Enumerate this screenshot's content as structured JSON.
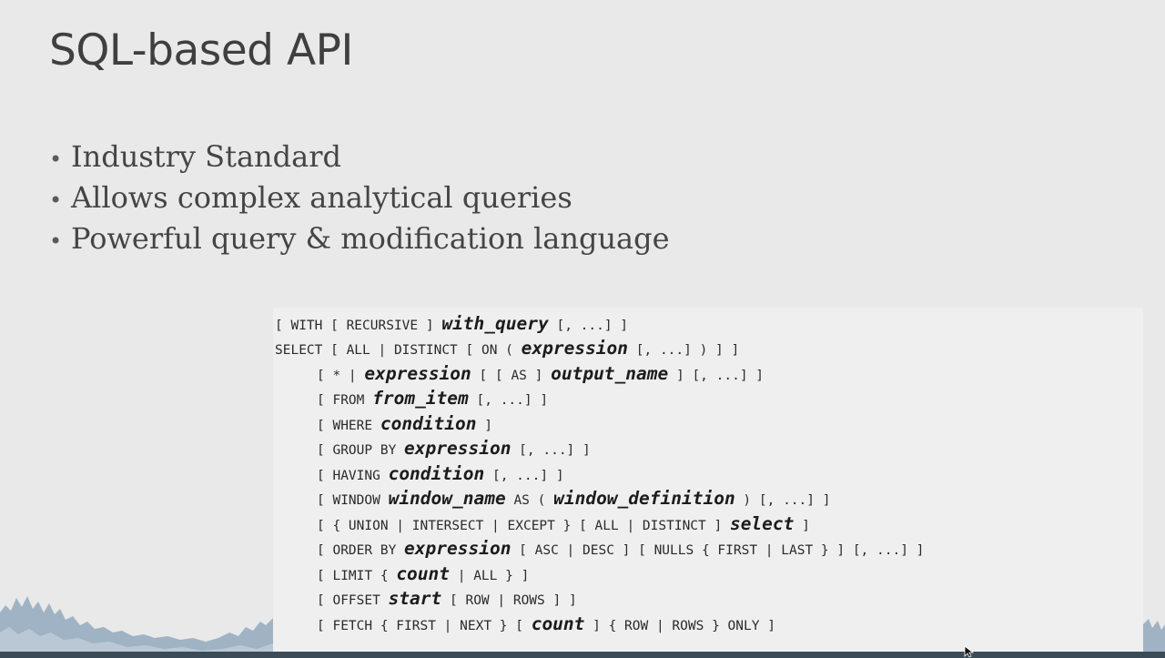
{
  "slide": {
    "title": "SQL-based API",
    "bullets": [
      "Industry Standard",
      "Allows complex analytical queries",
      "Powerful query & modification language"
    ]
  },
  "code": {
    "lines": [
      [
        {
          "t": "k",
          "s": "[ WITH [ RECURSIVE ] "
        },
        {
          "t": "i",
          "s": "with_query"
        },
        {
          "t": "k",
          "s": " [, ...] ]"
        }
      ],
      [
        {
          "t": "k",
          "s": "SELECT [ ALL | DISTINCT [ ON ( "
        },
        {
          "t": "i",
          "s": "expression"
        },
        {
          "t": "k",
          "s": " [, ...] ) ] ]"
        }
      ],
      [
        {
          "t": "k",
          "s": "[ * | "
        },
        {
          "t": "i",
          "s": "expression"
        },
        {
          "t": "k",
          "s": " [ [ AS ] "
        },
        {
          "t": "i",
          "s": "output_name"
        },
        {
          "t": "k",
          "s": " ] [, ...] ]"
        }
      ],
      [
        {
          "t": "k",
          "s": "[ FROM "
        },
        {
          "t": "i",
          "s": "from_item"
        },
        {
          "t": "k",
          "s": " [, ...] ]"
        }
      ],
      [
        {
          "t": "k",
          "s": "[ WHERE "
        },
        {
          "t": "i",
          "s": "condition"
        },
        {
          "t": "k",
          "s": " ]"
        }
      ],
      [
        {
          "t": "k",
          "s": "[ GROUP BY "
        },
        {
          "t": "i",
          "s": "expression"
        },
        {
          "t": "k",
          "s": " [, ...] ]"
        }
      ],
      [
        {
          "t": "k",
          "s": "[ HAVING "
        },
        {
          "t": "i",
          "s": "condition"
        },
        {
          "t": "k",
          "s": " [, ...] ]"
        }
      ],
      [
        {
          "t": "k",
          "s": "[ WINDOW "
        },
        {
          "t": "i",
          "s": "window_name"
        },
        {
          "t": "k",
          "s": " AS ( "
        },
        {
          "t": "i",
          "s": "window_definition"
        },
        {
          "t": "k",
          "s": " ) [, ...] ]"
        }
      ],
      [
        {
          "t": "k",
          "s": "[ { UNION | INTERSECT | EXCEPT } [ ALL | DISTINCT ] "
        },
        {
          "t": "i",
          "s": "select"
        },
        {
          "t": "k",
          "s": " ]"
        }
      ],
      [
        {
          "t": "k",
          "s": "[ ORDER BY "
        },
        {
          "t": "i",
          "s": "expression"
        },
        {
          "t": "k",
          "s": " [ ASC | DESC ] [ NULLS { FIRST | LAST } ] [, ...] ]"
        }
      ],
      [
        {
          "t": "k",
          "s": "[ LIMIT { "
        },
        {
          "t": "i",
          "s": "count"
        },
        {
          "t": "k",
          "s": " | ALL } ]"
        }
      ],
      [
        {
          "t": "k",
          "s": "[ OFFSET "
        },
        {
          "t": "i",
          "s": "start"
        },
        {
          "t": "k",
          "s": " [ ROW | ROWS ] ]"
        }
      ],
      [
        {
          "t": "k",
          "s": "[ FETCH { FIRST | NEXT } [ "
        },
        {
          "t": "i",
          "s": "count"
        },
        {
          "t": "k",
          "s": " ] { ROW | ROWS } ONLY ]"
        }
      ]
    ]
  },
  "colors": {
    "background": "#e9e9e9",
    "title": "#3f3f3f",
    "wave_fill": "#9fb3c4",
    "bottom_bar": "#3c4b58"
  }
}
